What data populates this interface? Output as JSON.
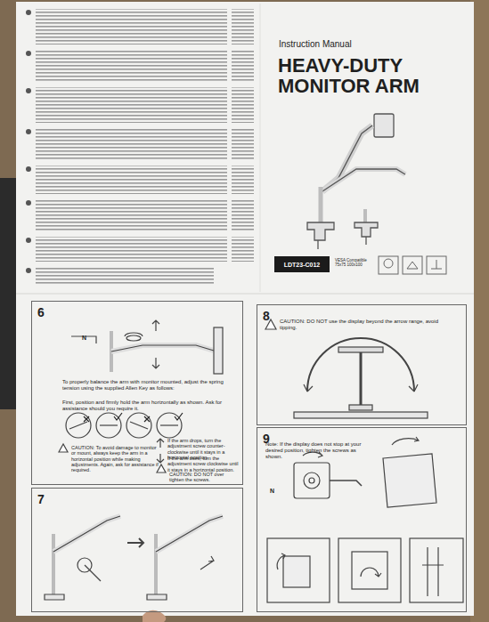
{
  "diagram": {
    "title": "HEAVY-DUTY MONITOR ARM",
    "nodes": [
      {
        "text": [
          "6"
        ]
      },
      {
        "text": [
          "8"
        ]
      },
      {
        "text": [
          "7"
        ]
      },
      {
        "text": [
          "9"
        ]
      },
      {
        "text": [
          "LDT23-C012"
        ]
      }
    ],
    "labels": [
      "Instruction Manual",
      "VESA Compatible 75x75 100x100",
      "To properly balance the arm with monitor mounted, adjust the spring tension using the supplied Allen Key as follows:",
      "First, position and firmly hold the arm horizontally as shown. Ask for assistance should you require it.",
      "If the arm drops, turn the adjustment screw counter-clockwise until it stays in a horizontal position.",
      "CAUTION: To avoid damage to monitor or mount, always keep the arm in a horizontal position while making adjustments. Again, ask for assistance if required.",
      "If the arm rises, turn the adjustment screw clockwise until it stays in a horizontal position.",
      "CAUTION: DO NOT over tighten the screws.",
      "N",
      "CAUTION: DO NOT use the display beyond the arrow range, avoid tipping.",
      "Note: If the display does not stop at your desired position, tighten the screws as shown.",
      "N"
    ]
  }
}
